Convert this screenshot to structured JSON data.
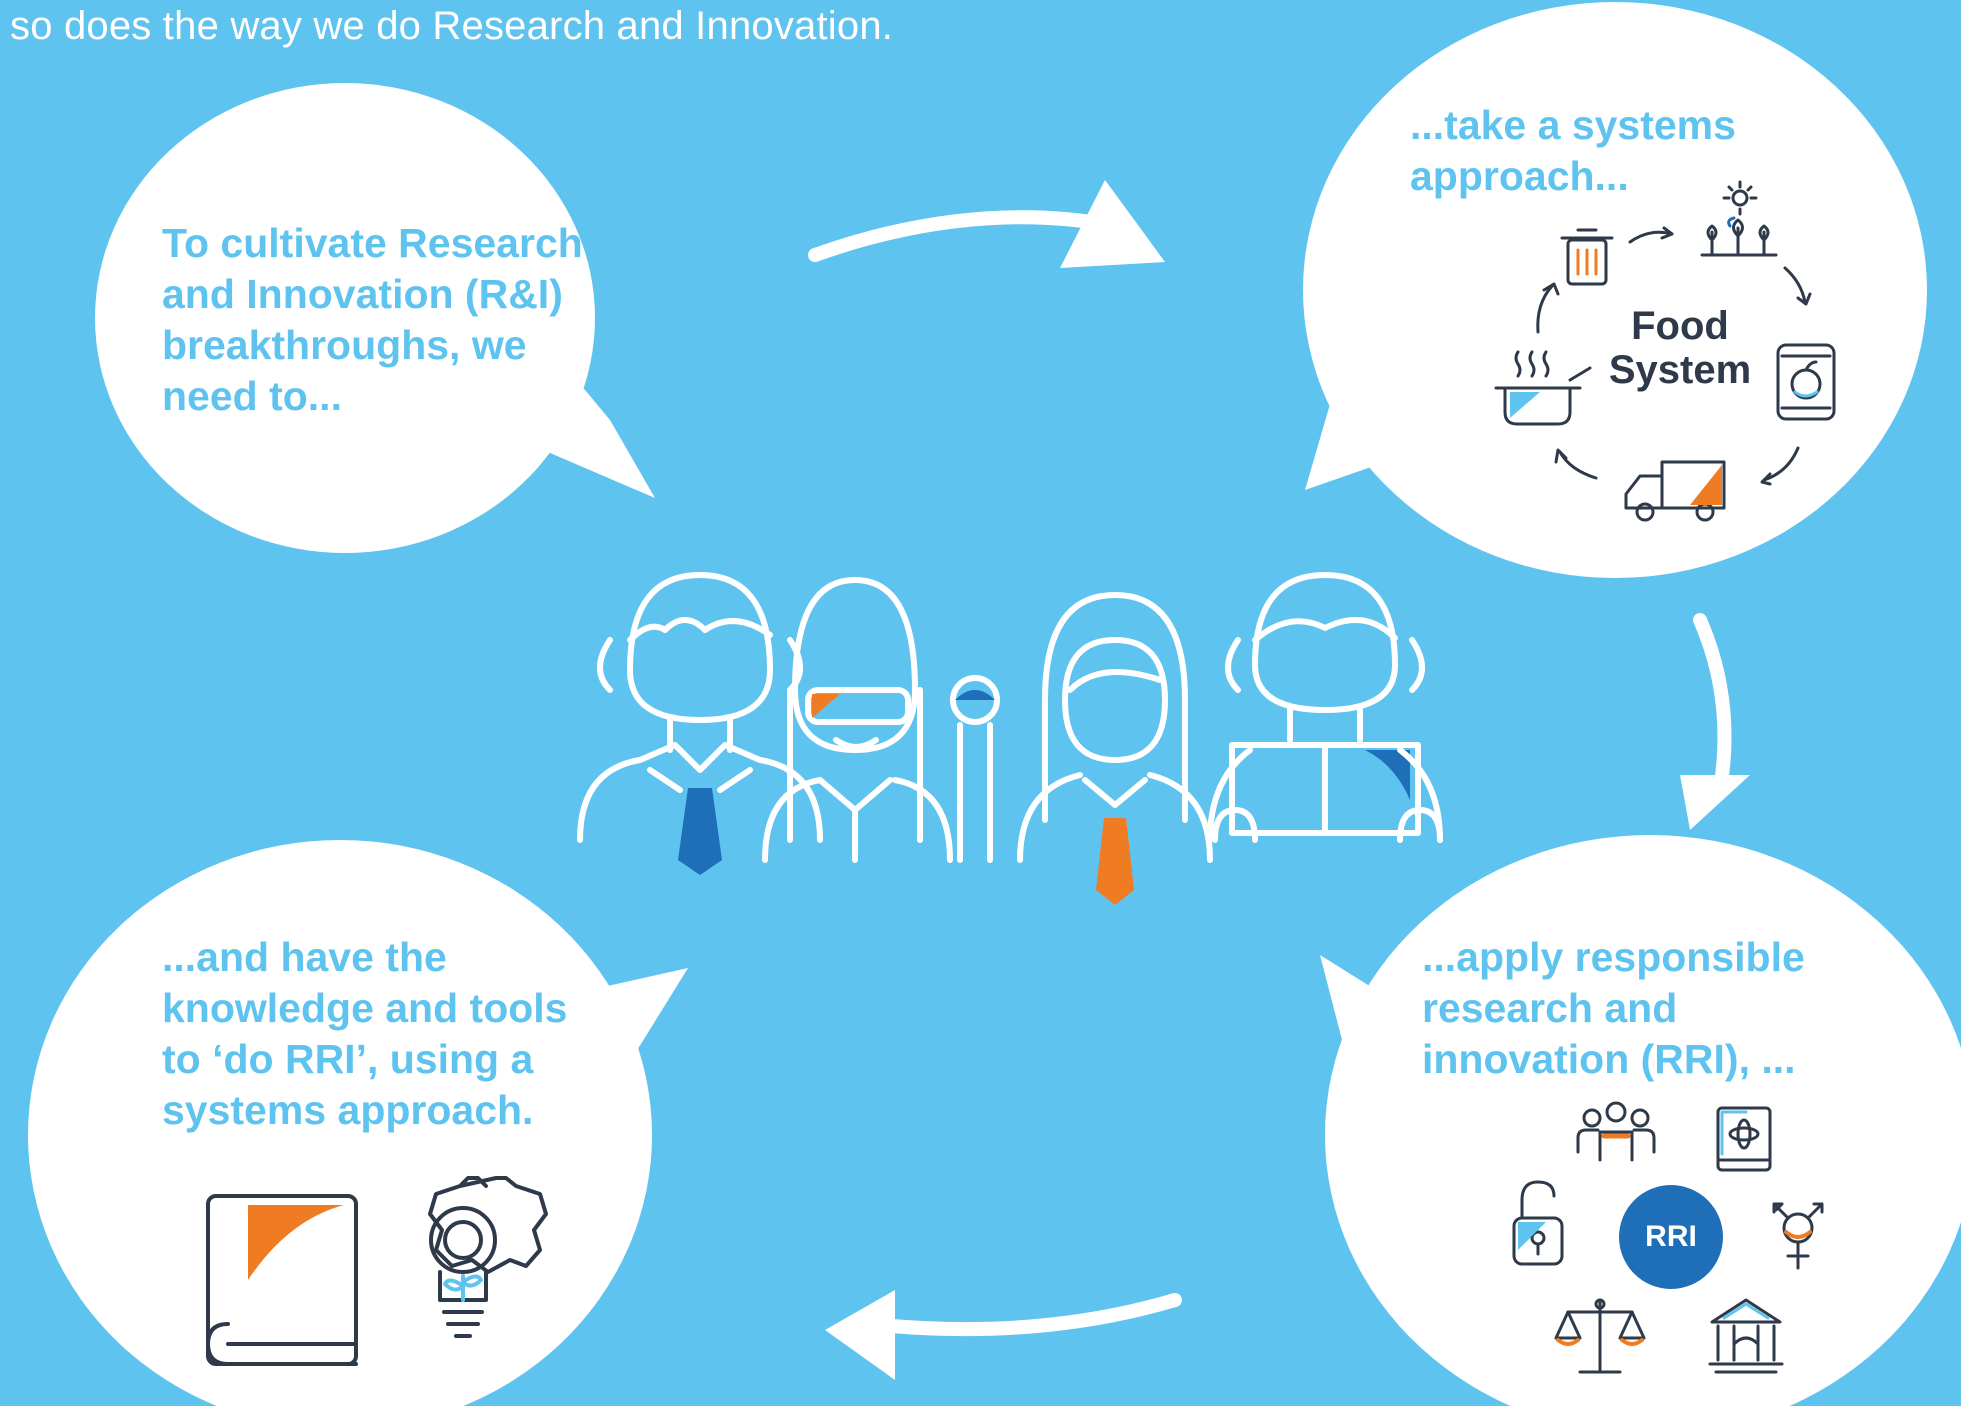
{
  "intro_text": "so does the way we do Research and Innovation.",
  "bubbles": {
    "top_left": "To cultivate Research and Innovation (R&I) breakthroughs, we need to...",
    "top_right": "...take a systems approach...",
    "bottom_left": "...and have the knowledge and tools to ‘do RRI’, using a systems approach.",
    "bottom_right": "...apply responsible research and innovation (RRI), ..."
  },
  "food_system": {
    "label": "Food System"
  },
  "rri_badge": "RRI",
  "colors": {
    "background": "#5fc3ef",
    "bubble": "#ffffff",
    "text_accent": "#5fc3ef",
    "icon_dark": "#2e3a4a",
    "accent_orange": "#ef7b22",
    "accent_blue": "#1e6fb8"
  },
  "icons": [
    "trash-bin-icon",
    "sprouting-plants-icon",
    "food-package-icon",
    "delivery-truck-icon",
    "cooking-pot-icon",
    "group-of-people-icon",
    "science-book-icon",
    "open-lock-icon",
    "gender-symbol-icon",
    "balance-scale-icon",
    "institution-building-icon",
    "book-icon",
    "lightbulb-gear-icon",
    "businessman-icon",
    "scientist-icon",
    "businesswoman-icon",
    "reader-icon"
  ]
}
